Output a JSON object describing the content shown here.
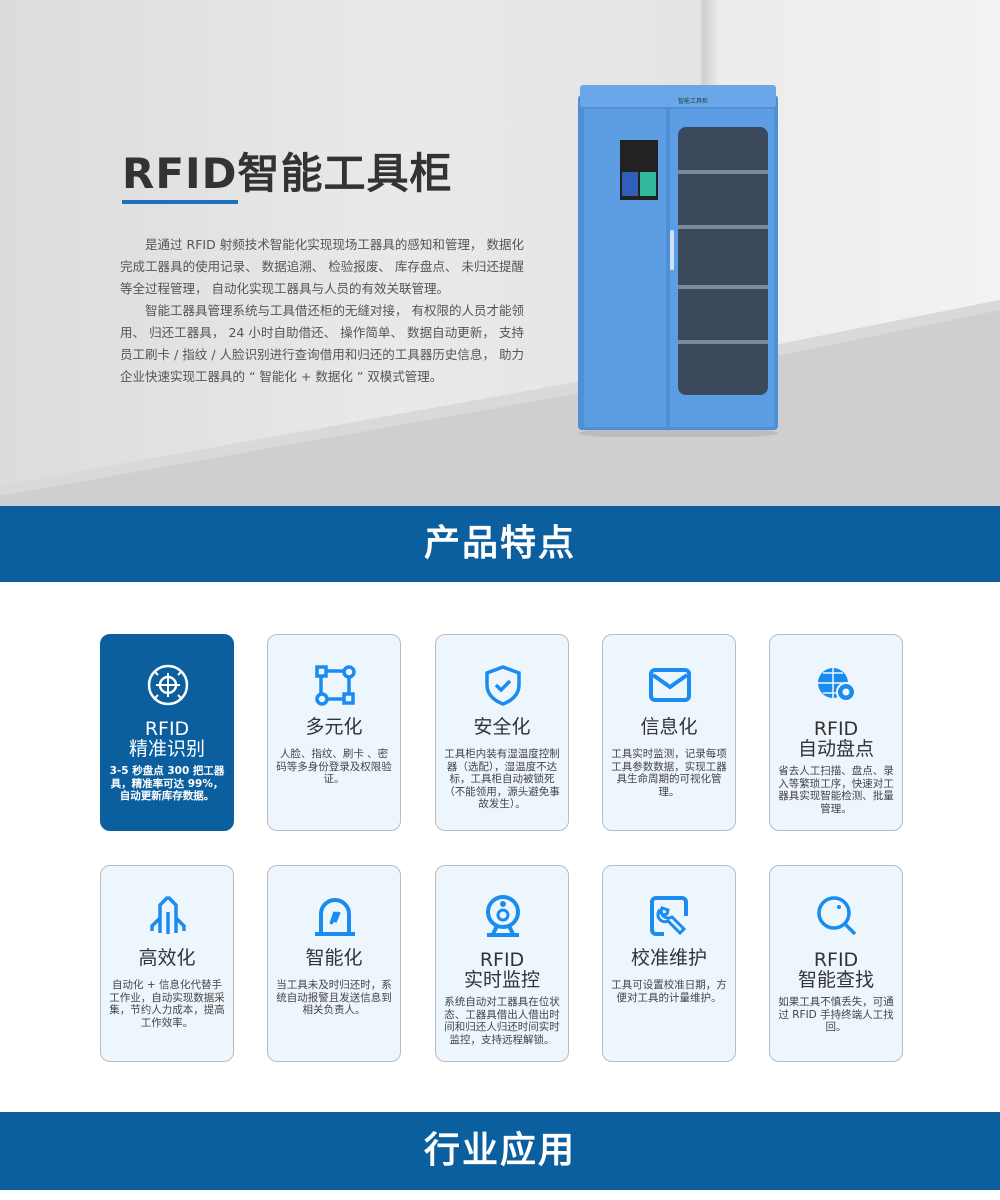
{
  "hero": {
    "title_rfid": "RFID",
    "title_rest": "智能工具柜",
    "paragraphs": [
      "是通过 RFID 射频技术智能化实现现场工器具的感知和管理， 数据化完成工器具的使用记录、 数据追溯、 检验报废、 库存盘点、 未归还提醒等全过程管理， 自动化实现工器具与人员的有效关联管理。",
      "智能工器具管理系统与工具借还柜的无缝对接， 有权限的人员才能领用、 归还工器具， 24 小时自助借还、 操作简单、 数据自动更新， 支持员工刷卡 / 指纹 / 人脸识别进行查询借用和归还的工具器历史信息， 助力企业快速实现工器具的 “ 智能化 + 数据化 ” 双模式管理。"
    ],
    "cabinet_label": "智能工具柜"
  },
  "features_banner": "产品特点",
  "industry_banner": "行业应用",
  "colors": {
    "brand": "#0b5f9f",
    "icon": "#1a8cf0"
  },
  "features": [
    {
      "icon": "crosshair-target-icon",
      "title1": "RFID",
      "title2": "精准识别",
      "desc": "3-5 秒盘点 300 把工器具，精准率可达 99%，自动更新库存数据。"
    },
    {
      "icon": "nodes-network-icon",
      "title1": "",
      "title2": "多元化",
      "desc": "人脸、指纹、刷卡 、密码等多身份登录及权限验证。"
    },
    {
      "icon": "shield-check-icon",
      "title1": "",
      "title2": "安全化",
      "desc": "工具柜内装有湿温度控制器（选配），湿温度不达标，工具柜自动被锁死（不能领用，源头避免事故发生）。"
    },
    {
      "icon": "envelope-icon",
      "title1": "",
      "title2": "信息化",
      "desc": "工具实时监测，记录每项工具参数数据，实现工器具生命周期的可视化管理。"
    },
    {
      "icon": "globe-gear-icon",
      "title1": "RFID",
      "title2": "自动盘点",
      "desc": "省去人工扫描、盘点、录入等繁琐工序，快速对工器具实现智能检测、批量管理。"
    },
    {
      "icon": "rocket-icon",
      "title1": "",
      "title2": "高效化",
      "desc": "自动化 + 信息化代替手工作业，自动实现数据采集，节约人力成本，提高工作效率。"
    },
    {
      "icon": "alarm-light-icon",
      "title1": "",
      "title2": "智能化",
      "desc": "当工具未及时归还时，系统自动报警且发送信息到相关负责人。"
    },
    {
      "icon": "webcam-icon",
      "title1": "RFID",
      "title2": "实时监控",
      "desc": "系统自动对工器具在位状态、工器具借出人借出时间和归还人归还时间实时监控，支持远程解锁。"
    },
    {
      "icon": "wrench-icon",
      "title1": "",
      "title2": "校准维护",
      "desc": "工具可设置校准日期，方便对工具的计量维护。"
    },
    {
      "icon": "search-icon",
      "title1": "RFID",
      "title2": "智能查找",
      "desc": "如果工具不慎丢失，可通过 RFID 手持终端人工找回。"
    }
  ]
}
